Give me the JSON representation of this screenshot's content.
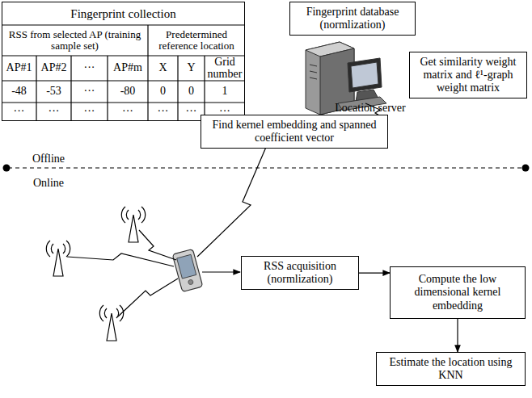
{
  "diagram": {
    "nodes": [
      {
        "text": [
          "Fingerprint collection"
        ]
      },
      {
        "text": [
          "Fingerprint database (normlization)"
        ]
      },
      {
        "text": [
          "Get similarity weight matrix and ℓ¹-graph weight matrix"
        ]
      },
      {
        "text": [
          "Find kernel embedding and spanned coefficient vector"
        ]
      },
      {
        "text": [
          "RSS acquisition (normlization)"
        ]
      },
      {
        "text": [
          "Compute the low dimensional kernel embedding"
        ]
      },
      {
        "text": [
          "Estimate the location using KNN"
        ]
      }
    ],
    "edges": [
      {
        "from": 4,
        "to": 5,
        "arrow": "to"
      },
      {
        "from": 5,
        "to": 6,
        "arrow": "to"
      }
    ],
    "labels": [
      "RSS from selected AP (training sample set)",
      "Predetermined reference location",
      "AP#1",
      "AP#2",
      "···",
      "AP#m",
      "X",
      "Y",
      "Grid number",
      "-48",
      "-53",
      "···",
      "-80",
      "0",
      "0",
      "1",
      "···",
      "···",
      "···",
      "···",
      "···",
      "···",
      "···",
      "Location server",
      "Offline",
      "Online"
    ]
  }
}
